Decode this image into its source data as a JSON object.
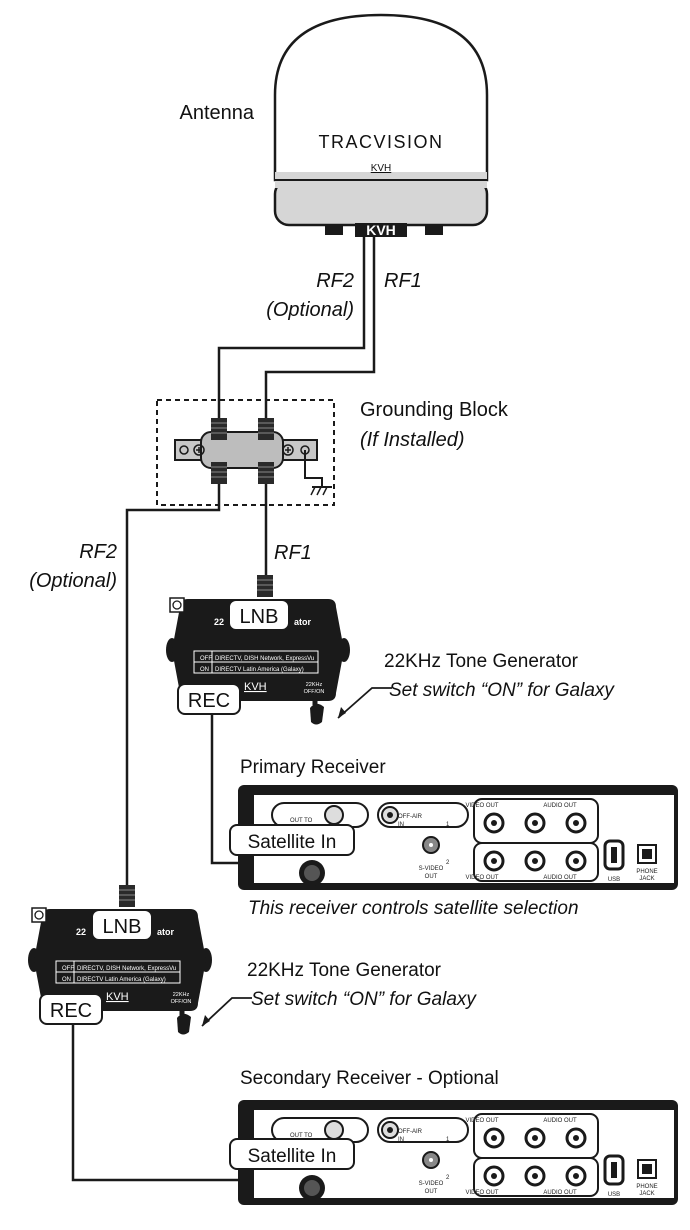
{
  "antenna": {
    "label": "Antenna",
    "brand": "TRACVISION",
    "logo": "KVH",
    "base_logo": "KVH"
  },
  "cables": {
    "rf2_top": "RF2",
    "rf2_top_note": "(Optional)",
    "rf1_top": "RF1",
    "rf2_left": "RF2",
    "rf2_left_note": "(Optional)",
    "rf1_mid": "RF1"
  },
  "grounding_block": {
    "title": "Grounding Block",
    "note": "(If Installed)"
  },
  "switch_box": {
    "lnb_label": "LNB",
    "rec_label": "REC",
    "header_left": "22",
    "header_right": "ator",
    "rows": [
      {
        "state": "OFF",
        "desc": "DIRECTV, DISH Network, ExpressVu"
      },
      {
        "state": "ON",
        "desc": "DIRECTV Latin America (Galaxy)"
      }
    ],
    "logo": "KVH",
    "switch_label_1": "22KHz",
    "switch_label_2": "OFF/ON"
  },
  "tone_generator": {
    "title": "22KHz Tone Generator",
    "instruction": "Set switch “ON” for Galaxy"
  },
  "primary_receiver": {
    "title": "Primary Receiver",
    "note": "This receiver controls satellite selection"
  },
  "secondary_receiver": {
    "title": "Secondary Receiver - Optional"
  },
  "receiver_panel": {
    "satellite_in": "Satellite In",
    "out_to": "OUT TO",
    "off_air_1": "OFF-AIR",
    "off_air_2": "IN",
    "video_out": "VIDEO OUT",
    "audio_out": "AUDIO OUT",
    "svideo_1": "S-VIDEO",
    "svideo_2": "OUT",
    "usb": "USB",
    "phone_1": "PHONE",
    "phone_2": "JACK",
    "row_1": "1",
    "row_2": "2"
  }
}
